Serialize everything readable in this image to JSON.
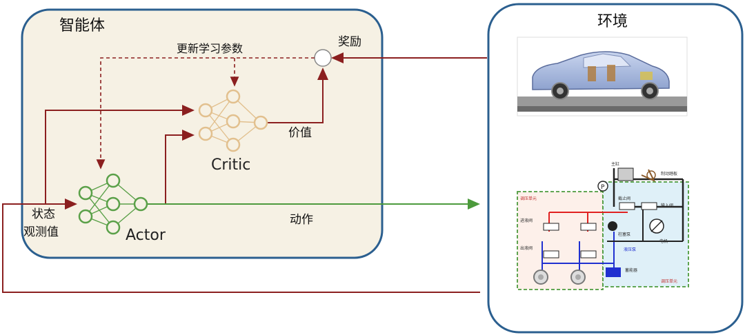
{
  "agent": {
    "title": "智能体"
  },
  "environment": {
    "title": "环境"
  },
  "labels": {
    "update_params": "更新学习参数",
    "reward": "奖励",
    "value": "价值",
    "action": "动作",
    "observation_line1": "状态",
    "observation_line2": "观测值",
    "critic": "Critic",
    "actor": "Actor"
  },
  "brake_schematic": {
    "master_cylinder": "主缸",
    "brake_pedal": "制动踏板",
    "pressure_unit_left": "调压单元",
    "pressure_unit_right": "调压单元",
    "inlet_valve": "进液阀",
    "outlet_valve": "出液阀",
    "stop_valve": "截止阀",
    "input_valve": "输入阀",
    "pump": "柱塞泵",
    "motor": "电机",
    "accumulator": "蓄能器",
    "pump_note": "液压泵",
    "pressure_sensor": "P"
  },
  "colors": {
    "box_border": "#2b5f8f",
    "agent_fill": "#f6f1e4",
    "feedback_line": "#8b1f1f",
    "action_line": "#4c9a3c",
    "critic_node": "#e2c08e",
    "actor_node": "#5aa048"
  },
  "icons": {
    "summing_junction": "circle",
    "critic_network": "neural-network",
    "actor_network": "neural-network",
    "vehicle": "car-cutaway",
    "brake_system": "hydraulic-schematic"
  }
}
